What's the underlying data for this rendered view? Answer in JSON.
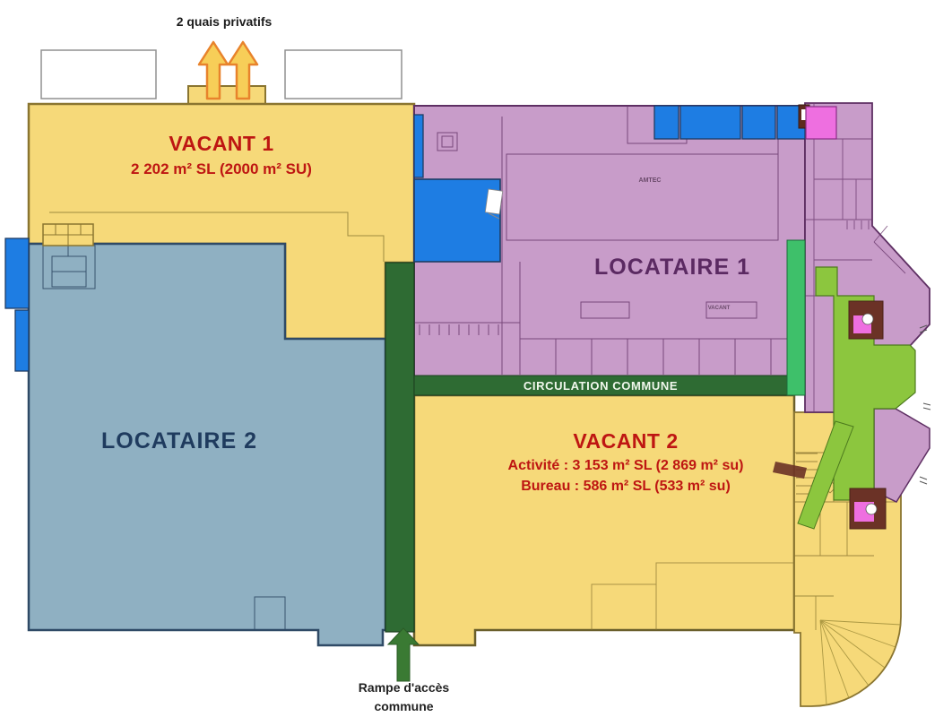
{
  "plan": {
    "quais_label": "2 quais privatifs",
    "rampe_label_line1": "Rampe d'accès",
    "rampe_label_line2": "commune",
    "zones": {
      "vacant1": {
        "name": "VACANT 1",
        "area": "2 202 m² SL (2000 m² SU)",
        "fill": "#F6D979",
        "text_color": "#BE1612"
      },
      "locataire1": {
        "name": "LOCATAIRE 1",
        "fill": "#C89CC9",
        "text_color": "#5B2A62",
        "small_label": "AMTEC",
        "tiny_label": "VACANT"
      },
      "locataire2": {
        "name": "LOCATAIRE 2",
        "fill": "#8FB0C2",
        "text_color": "#1F3B5E"
      },
      "vacant2": {
        "name": "VACANT 2",
        "activity": "Activité : 3 153 m² SL (2 869 m² su)",
        "office": "Bureau : 586 m² SL (533 m² su)",
        "fill": "#F6D979",
        "text_color": "#BE1612"
      },
      "circulation": {
        "name": "CIRCULATION COMMUNE",
        "fill": "#2E6B33",
        "text_color": "#F0F7EC"
      }
    },
    "accents": {
      "bright_blue": "#1E7DE3",
      "lime_green": "#8CC63E",
      "bright_green_strip": "#3EC06A",
      "magenta": "#EE6FE0",
      "stair_brown": "#6B3226",
      "ramp_arrow_green": "#3A7A33",
      "quai_arrow_fill": "#F7CE58",
      "quai_arrow_stroke": "#E8832C"
    }
  }
}
